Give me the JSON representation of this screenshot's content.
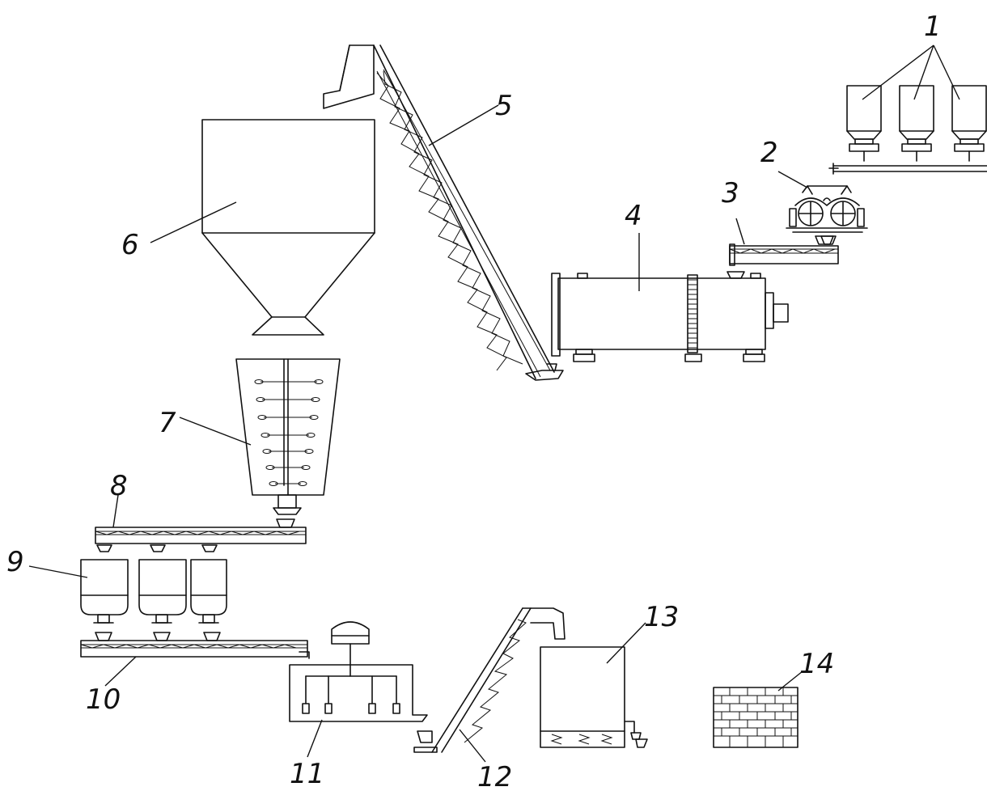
{
  "labels": {
    "n1": "1",
    "n2": "2",
    "n3": "3",
    "n4": "4",
    "n5": "5",
    "n6": "6",
    "n7": "7",
    "n8": "8",
    "n9": "9",
    "n10": "10",
    "n11": "11",
    "n12": "12",
    "n13": "13",
    "n14": "14"
  },
  "line_color": "#111111",
  "background": "#ffffff"
}
